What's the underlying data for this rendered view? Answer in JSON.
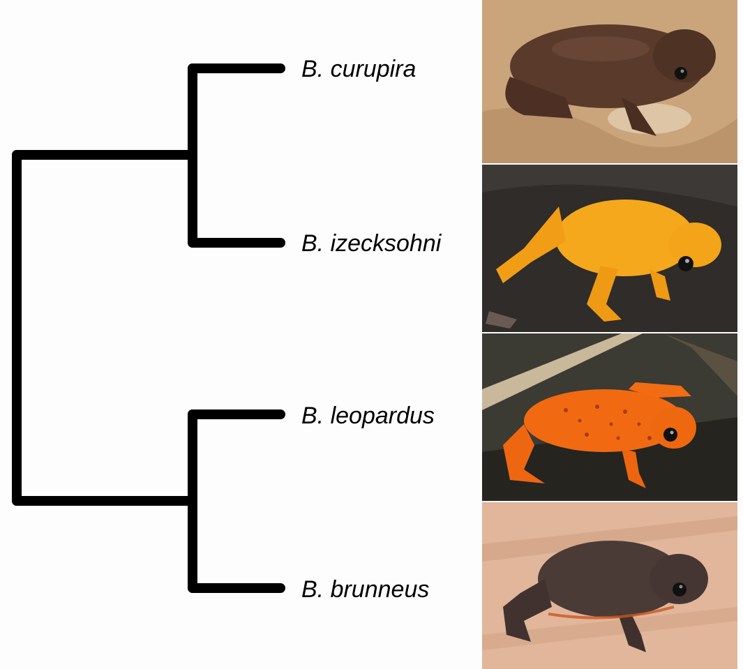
{
  "taxa": [
    {
      "label": "B. curupira",
      "photo": "brown-frog-photo",
      "frog_color": "#5a3a2a",
      "bg_color": "#c9a27a"
    },
    {
      "label": "B. izecksohni",
      "photo": "yellow-orange-frog-photo",
      "frog_color": "#f6a81c",
      "bg_color": "#2e2b29"
    },
    {
      "label": "B. leopardus",
      "photo": "orange-spotted-frog-photo",
      "frog_color": "#f16a12",
      "bg_color": "#3b3a33"
    },
    {
      "label": "B. brunneus",
      "photo": "dark-brown-frog-photo",
      "frog_color": "#4a3a36",
      "bg_color": "#e2b79c"
    }
  ],
  "tree": {
    "topology": "((B. curupira, B. izecksohni), (B. leopardus, B. brunneus))",
    "branch_color": "#000000"
  }
}
